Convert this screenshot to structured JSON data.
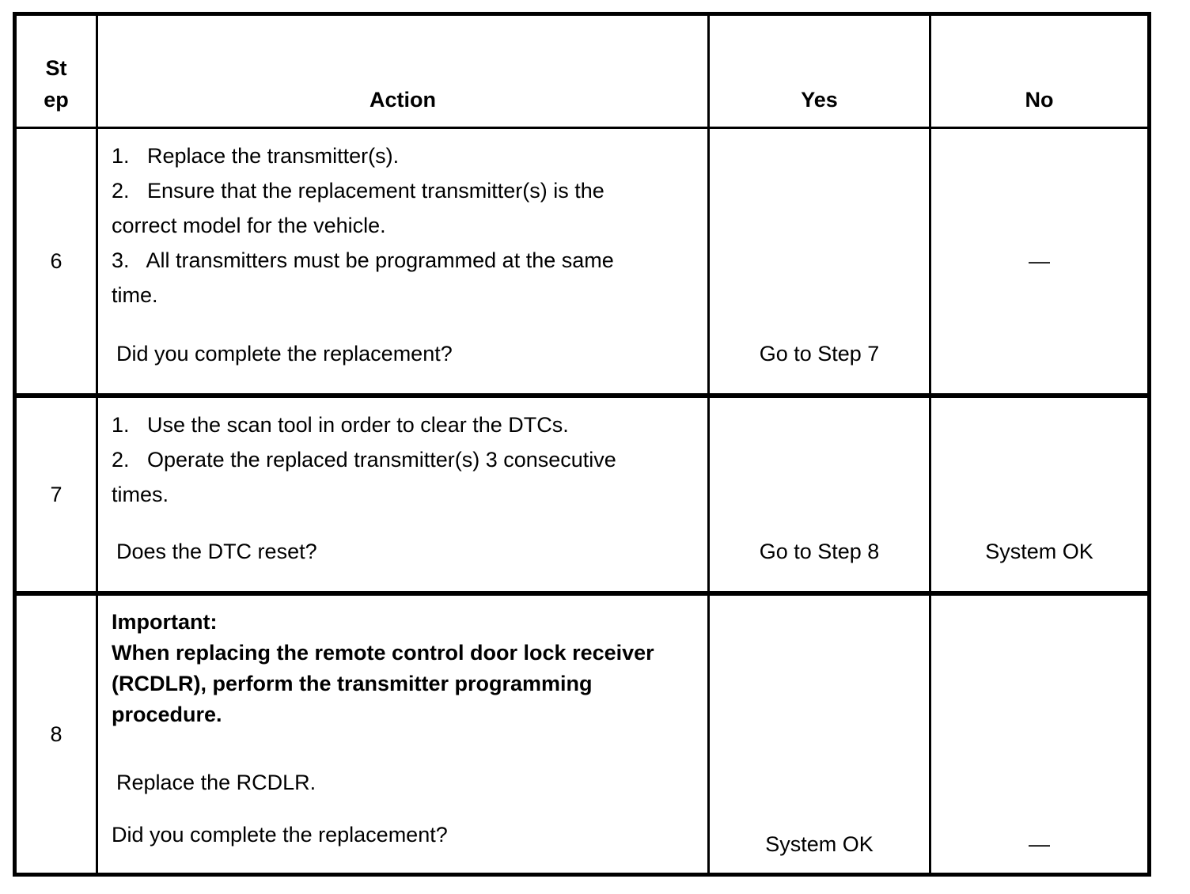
{
  "header": {
    "step_line1": "St",
    "step_line2": "ep",
    "action": "Action",
    "yes": "Yes",
    "no": "No"
  },
  "rows": [
    {
      "step": "6",
      "action_lines": [
        "1.   Replace the transmitter(s).",
        "2.   Ensure that the replacement transmitter(s) is the",
        "correct model for the vehicle.",
        "3.   All transmitters must be programmed at the same",
        "time."
      ],
      "question": "Did you complete the replacement?",
      "yes": "Go to Step 7",
      "no": "—"
    },
    {
      "step": "7",
      "action_lines": [
        "1.   Use the scan tool in order to clear the DTCs.",
        "2.   Operate the replaced transmitter(s) 3 consecutive",
        "times."
      ],
      "question": "Does the DTC reset?",
      "yes": "Go to Step 8",
      "no": "System OK"
    },
    {
      "step": "8",
      "important_lines": [
        "Important:",
        "When replacing the remote control door lock receiver",
        "(RCDLR), perform the transmitter programming",
        "procedure."
      ],
      "note": "Replace the RCDLR.",
      "question": "Did you complete the replacement?",
      "yes": "System OK",
      "no": "—"
    }
  ]
}
